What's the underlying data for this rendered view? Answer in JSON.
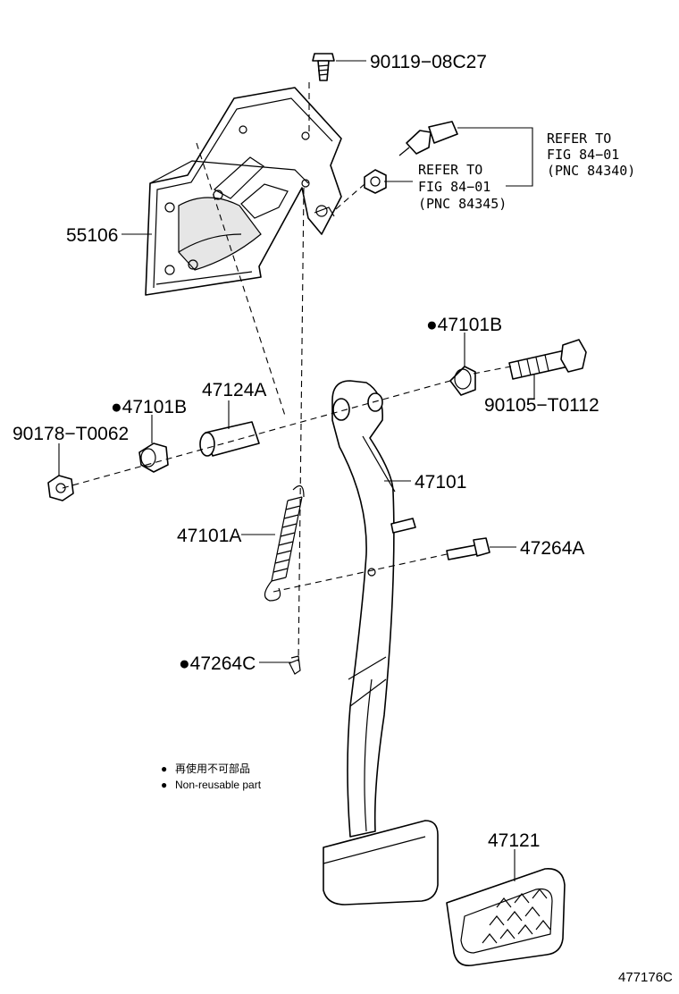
{
  "figure_code": "477176C",
  "legend": {
    "bullet_jp": "●",
    "text_jp": "再使用不可部品",
    "bullet_en": "●",
    "text_en": "Non-reusable part"
  },
  "callouts": {
    "bolt_top": "90119−08C27",
    "switch_ref_upper": [
      "REFER TO",
      "FIG 84−01",
      "(PNC 84340)"
    ],
    "switch_ref_lower": [
      "REFER TO",
      "FIG 84−01",
      "(PNC 84345)"
    ],
    "bracket": "55106",
    "bushing_right": "●47101B",
    "bushing_left": "●47101B",
    "bolt_pivot": "90105−T0112",
    "collar": "47124A",
    "nut": "90178−T0062",
    "pedal_arm": "47101",
    "spring": "47101A",
    "pin": "47264A",
    "clip": "●47264C",
    "pad": "47121"
  }
}
